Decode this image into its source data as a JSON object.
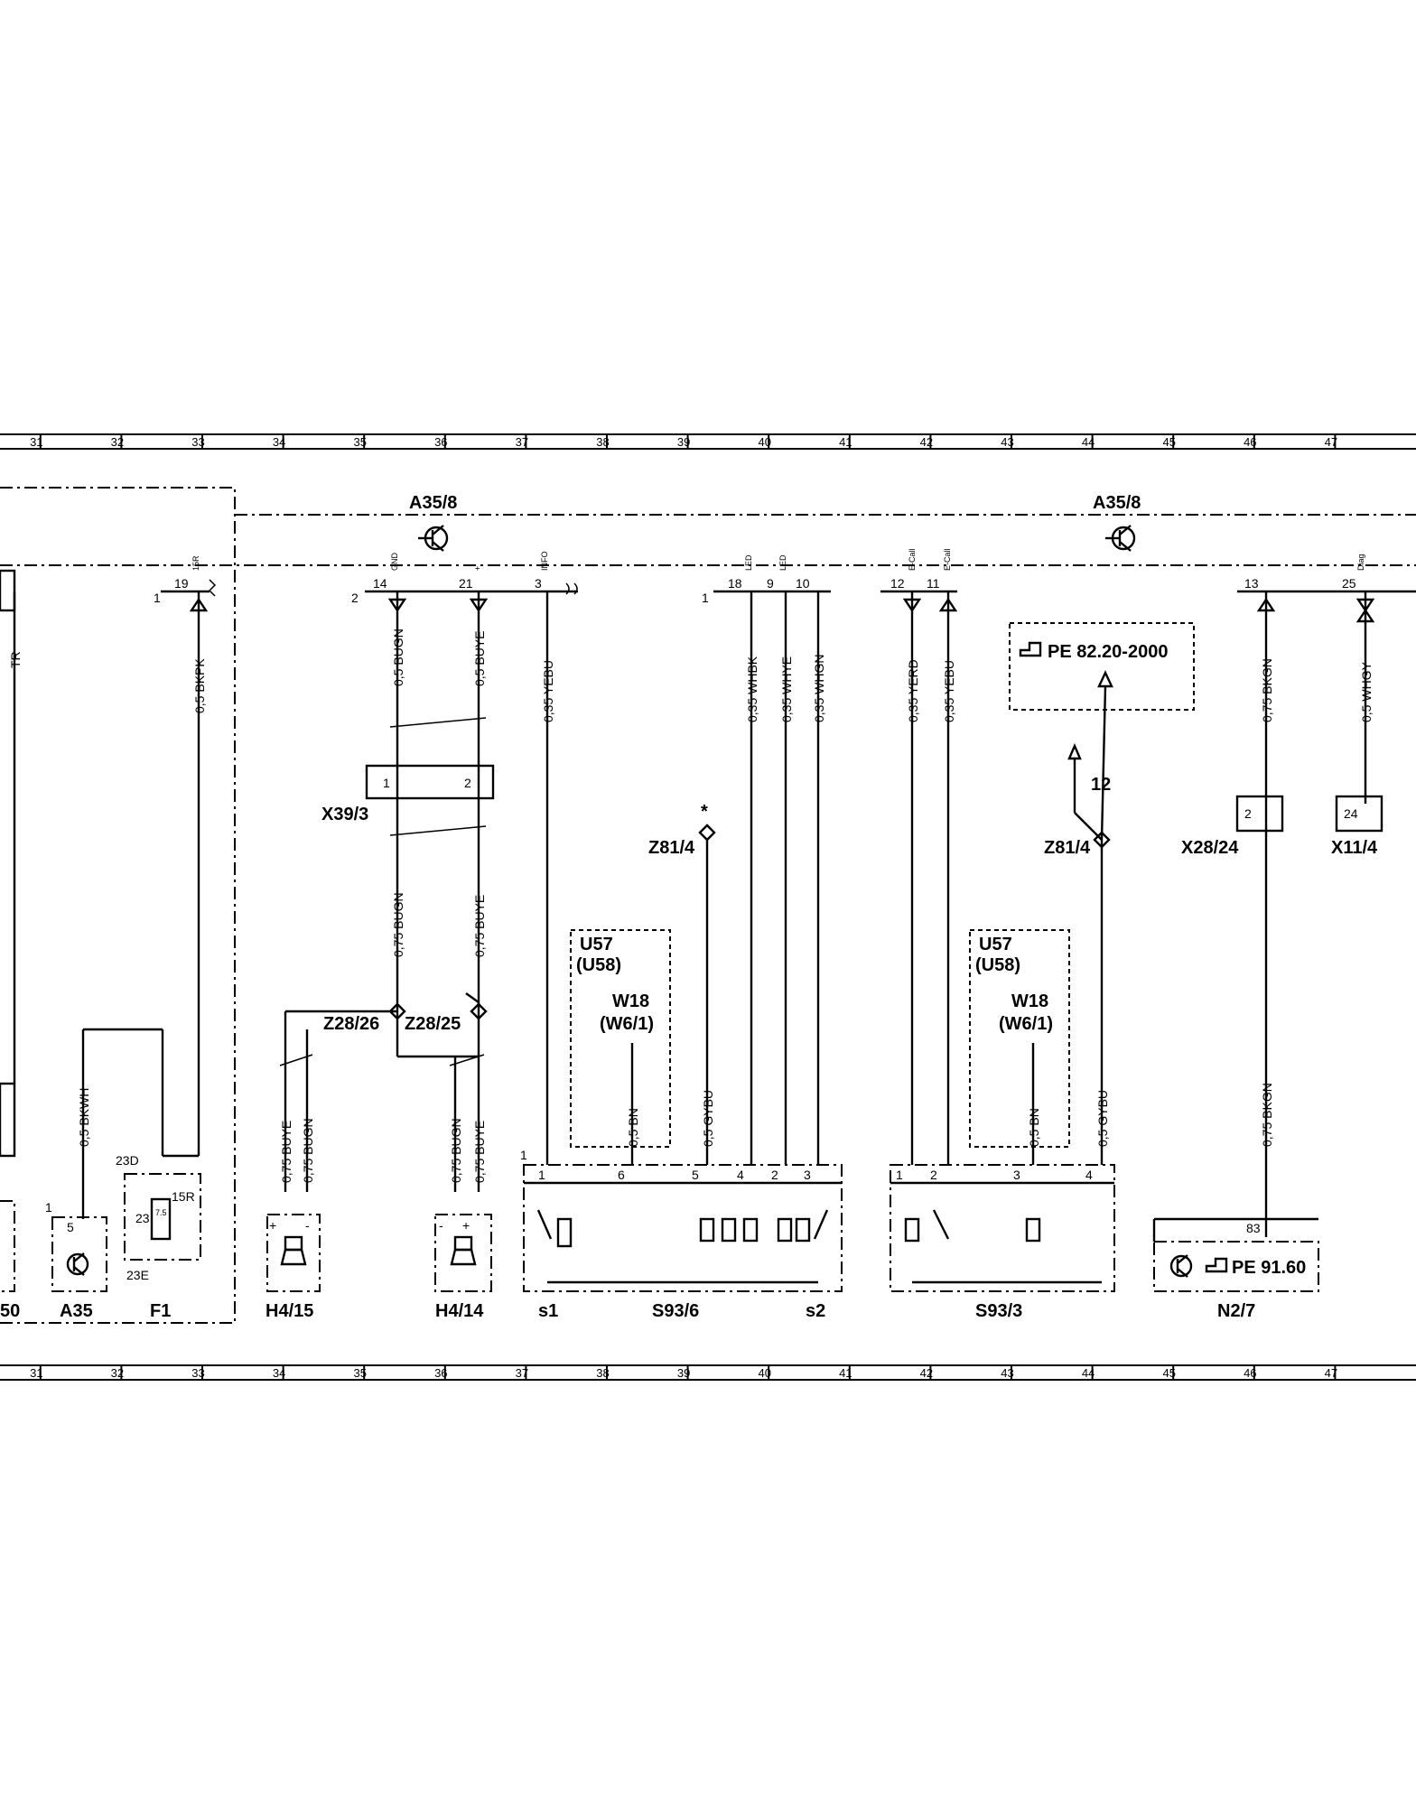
{
  "columns": [
    "31",
    "32",
    "33",
    "34",
    "35",
    "36",
    "37",
    "38",
    "39",
    "40",
    "41",
    "42",
    "43",
    "44",
    "45",
    "46",
    "47"
  ],
  "components": {
    "a35_8_left": "A35/8",
    "a35_8_right": "A35/8",
    "x39_3": "X39/3",
    "z81_4_left": "Z81/4",
    "z81_4_right": "Z81/4",
    "x28_24": "X28/24",
    "x11_4": "X11/4",
    "z28_26": "Z28/26",
    "z28_25": "Z28/25",
    "u57_left": "U57",
    "u58_left": "(U58)",
    "w18_left": "W18",
    "w6_left": "(W6/1)",
    "u57_right": "U57",
    "u58_right": "(U58)",
    "w18_right": "W18",
    "w6_right": "(W6/1)",
    "b50": "50",
    "a35": "A35",
    "f1": "F1",
    "h4_15": "H4/15",
    "h4_14": "H4/14",
    "s93_6": "S93/6",
    "s93_3": "S93/3",
    "n2_7": "N2/7",
    "s1": "s1",
    "s2": "s2",
    "ref_pe_82": "PE 82.20-2000",
    "ref_pe_91": "PE 91.60",
    "wire_count_12": "12",
    "asterisk": "*"
  },
  "pins": {
    "p19": "19",
    "p14": "14",
    "p21": "21",
    "p3": "3",
    "p18": "18",
    "p9": "9",
    "p10": "10",
    "p12": "12",
    "p11": "11",
    "p13": "13",
    "p25": "25",
    "side1a": "1",
    "side2": "2",
    "side1b": "1",
    "side1c": "1",
    "side1d": "1",
    "x39_1": "1",
    "x39_2": "2",
    "x28_2": "2",
    "x11_24": "24",
    "f23d": "23D",
    "f23e": "23E",
    "f15r": "15R",
    "f23": "23",
    "f75": "7.5",
    "a35_5": "5",
    "s6_1": "1",
    "s6_6": "6",
    "s6_5": "5",
    "s6_4": "4",
    "s6_2": "2",
    "s6_3": "3",
    "s3_1": "1",
    "s3_2": "2",
    "s3_3": "3",
    "s3_4": "4",
    "n2_83": "83",
    "h15_plus": "+",
    "h15_minus": "-",
    "h14_minus": "-",
    "h14_plus": "+"
  },
  "signals": {
    "s15r": "15R",
    "gnd": "GND",
    "plus": "+",
    "info": "INFO",
    "led18": "LED",
    "led9": "LED",
    "ecall12": "E-Call",
    "ecall11": "E-Call",
    "diag": "Diag"
  },
  "wires": {
    "tr": "TR",
    "bkpk": "0,5 BKPK",
    "bugn05": "0,5 BUGN",
    "buye05": "0,5 BUYE",
    "yebu035": "0,35 YEBU",
    "whbk": "0,35 WHBK",
    "whye": "0,35 WHYE",
    "whgn": "0,35 WHGN",
    "yerd": "0,35 YERD",
    "yebu035b": "0,35 YEBU",
    "bkgn075": "0,75 BKGN",
    "whgy": "0,5 WHGY",
    "bugn075": "0,75 BUGN",
    "buye075": "0,75 BUYE",
    "gybu_l": "0,5 GYBU",
    "bn_l": "0,5 BN",
    "gybu_r": "0,5 GYBU",
    "bn_r": "0,5 BN",
    "bkwh": "0,5 BKWH",
    "h15_buye": "0,75 BUYE",
    "h15_bugn": "0,75 BUGN",
    "h14_bugn": "0,75 BUGN",
    "h14_buye": "0,75 BUYE",
    "bkgn075b": "0,75 BKGN"
  },
  "icons": {
    "transistor": "transistor-icon",
    "pointing_hand": "pointing-hand-icon",
    "speaker": "speaker-icon",
    "fuse": "fuse-icon",
    "switch": "switch-icon"
  }
}
